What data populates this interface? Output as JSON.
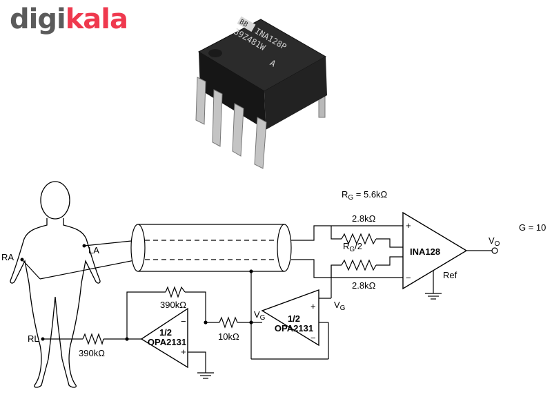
{
  "brand": {
    "part1": "digi",
    "part2": "kala",
    "color_gray": "#5b5b5b",
    "color_red": "#ef394e"
  },
  "chip": {
    "marking1": "INA128P",
    "marking2": "39Z481W",
    "marking3": "A",
    "logo": "BB"
  },
  "circuit": {
    "rg_main_label": "R",
    "rg_main_sub": "G",
    "rg_main_value": " = 5.6kΩ",
    "gain": "G = 10",
    "vo_label": "V",
    "vo_sub": "O",
    "ina_label": "INA128",
    "ref_label": "Ref",
    "r_top": "2.8kΩ",
    "r_bottom": "2.8kΩ",
    "rg_half_label": "R",
    "rg_half_sub": "G",
    "rg_half_suffix": "/2",
    "vg_label": "V",
    "vg_sub": "G",
    "vg_label2": "V",
    "vg_sub2": "G",
    "r_feedback": "390kΩ",
    "r_input": "390kΩ",
    "r_series": "10kΩ",
    "opamp1_line1": "1/2",
    "opamp1_line2": "OPA2131",
    "opamp2_line1": "1/2",
    "opamp2_line2": "OPA2131",
    "ra": "RA",
    "la": "LA",
    "rl": "RL",
    "plus": "+",
    "minus": "−"
  }
}
